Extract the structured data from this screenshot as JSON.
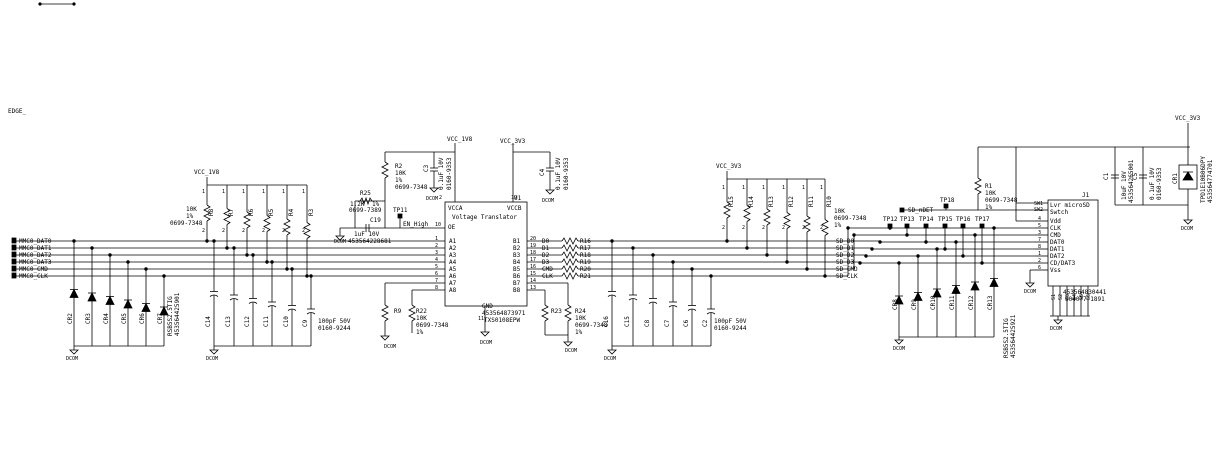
{
  "header": {
    "edge_label": "EDGE_"
  },
  "rails": {
    "vcc_1v8": "VCC_1V8",
    "vcc_3v3": "VCC_3V3",
    "dcom": "DCOM"
  },
  "connector_nets": [
    "MMC0_DAT0",
    "MMC0_DAT1",
    "MMC0_DAT2",
    "MMC0_DAT3",
    "MMC0_CMD",
    "MMC0_CLK"
  ],
  "esd_left": {
    "refs": [
      "CR2",
      "CR3",
      "CR4",
      "CR5",
      "CR6",
      "CR7"
    ],
    "part": [
      "RSB5S2.5TIG",
      "453564425901"
    ]
  },
  "caps_left": {
    "refs": [
      "C14",
      "C13",
      "C12",
      "C11",
      "C10",
      "C9"
    ],
    "value": "100pF 50V",
    "pn": "0160-9244"
  },
  "pullups_left": {
    "refs": [
      "R8",
      "R7",
      "R6",
      "R5",
      "R4",
      "R3"
    ],
    "value": "10K",
    "tol": "1%",
    "pn": "0699-7348"
  },
  "r2": {
    "ref": "R2",
    "value": "10K",
    "tol": "1%",
    "pn": "0699-7348"
  },
  "c3": {
    "ref": "C3",
    "value": "0.1uF 10V",
    "pn": "0160-9353"
  },
  "r25": {
    "ref": "R25",
    "value": "1.2K",
    "tol": "1%",
    "pn": "0699-7389"
  },
  "c19": {
    "ref": "C19",
    "value": "1uF 10V",
    "pn": "453564228681"
  },
  "tp11": {
    "ref": "TP11",
    "net": "EN_High"
  },
  "c4": {
    "ref": "C4",
    "value": "0.1uF 10V",
    "pn": "0160-9353"
  },
  "u1": {
    "ref": "U1",
    "vcca": "VCCA",
    "vccb": "VCCB",
    "name": "Voltage Translator",
    "oe": "OE",
    "gnd": "GND",
    "a_pins": [
      "A1",
      "A2",
      "A3",
      "A4",
      "A5",
      "A6",
      "A7",
      "A8"
    ],
    "b_pins": [
      "B1",
      "B2",
      "B3",
      "B4",
      "B5",
      "B6",
      "B7",
      "B8"
    ],
    "a_nums": [
      "1",
      "2",
      "3",
      "4",
      "5",
      "6",
      "7",
      "8"
    ],
    "b_nums": [
      "20",
      "19",
      "18",
      "17",
      "16",
      "15",
      "14",
      "13"
    ],
    "pin_vcca": "2",
    "pin_vccb": "19",
    "pin_oe": "10",
    "pin_gnd": "11",
    "part": [
      "453564873971",
      "TXS0108EPW"
    ]
  },
  "r9": {
    "ref": "R9"
  },
  "r22": {
    "ref": "R22",
    "value": "10K",
    "pn": "0699-7348",
    "tol": "1%"
  },
  "r23": {
    "ref": "R23"
  },
  "r24": {
    "ref": "R24",
    "value": "10K",
    "pn": "0699-7348",
    "tol": "1%"
  },
  "series_nets": [
    "D0",
    "D1",
    "D2",
    "D3",
    "CMD",
    "CLK"
  ],
  "series_refs": [
    "R16",
    "R17",
    "R18",
    "R19",
    "R20",
    "R21"
  ],
  "caps_mid": {
    "refs": [
      "C16",
      "C15",
      "C8",
      "C7",
      "C6",
      "C2"
    ],
    "value": "100pF 50V",
    "pn": "0160-9244"
  },
  "pullups_right": {
    "refs": [
      "R15",
      "R14",
      "R13",
      "R12",
      "R11",
      "R10"
    ],
    "value": "10K",
    "tol": "1%",
    "pn": "0699-7348"
  },
  "sd_nets": [
    "SD_D0",
    "SD_D1",
    "SD_D2",
    "SD_D3",
    "SD_CMD",
    "SD_CLK"
  ],
  "tp18": {
    "ref": "TP18",
    "net": "SD_nDET"
  },
  "testpoints": [
    "TP12",
    "TP13",
    "TP14",
    "TP15",
    "TP16",
    "TP17"
  ],
  "r1": {
    "ref": "R1",
    "value": "10K",
    "pn": "0699-7348",
    "tol": "1%"
  },
  "esd_right": {
    "refs": [
      "CR8",
      "CR9",
      "CR10",
      "CR11",
      "CR12",
      "CR13"
    ],
    "part": [
      "RSB5S2.5TIG",
      "453564425921"
    ]
  },
  "j1": {
    "ref": "J1",
    "title": [
      "Lvr microSD",
      "Swtch"
    ],
    "sw": [
      "SW1",
      "SW2"
    ],
    "pins": [
      "Vdd",
      "CLK",
      "CMD",
      "DAT0",
      "DAT1",
      "DAT2",
      "CD/DAT3",
      "Vss"
    ],
    "pin_nums": [
      "4",
      "5",
      "3",
      "7",
      "8",
      "1",
      "2",
      "6"
    ],
    "shield": [
      "S1",
      "S2",
      "S3",
      "S4",
      "S5",
      "S6"
    ],
    "part": [
      "453564830441",
      "504077-1891"
    ]
  },
  "c1": {
    "ref": "C1",
    "value": "10uF 10V",
    "pn": "453564265001"
  },
  "c5": {
    "ref": "C5",
    "value": "0.1uF 10V",
    "pn": "0160-9353"
  },
  "cr1": {
    "ref": "CR1",
    "part": [
      "TPD1E10B06DPY",
      "453564774701"
    ]
  }
}
